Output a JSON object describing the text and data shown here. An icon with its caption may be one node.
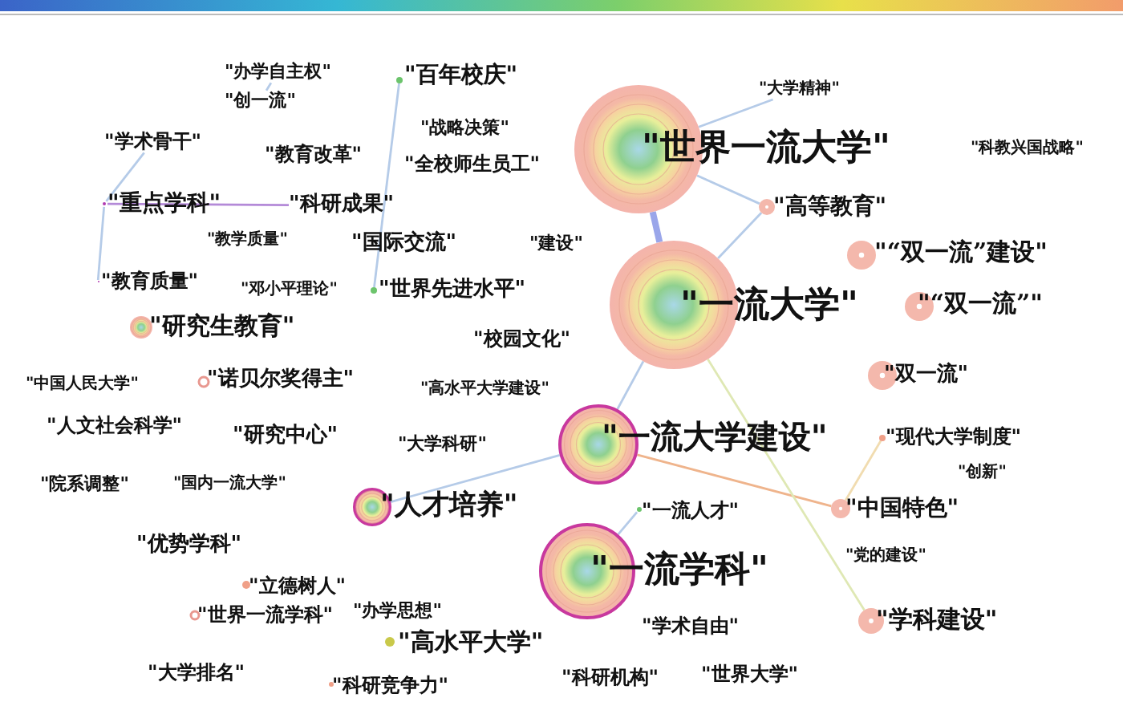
{
  "diagram": {
    "nodes": [
      {
        "text": [
          "\"办学自主权\""
        ]
      },
      {
        "text": [
          "\"创一流\""
        ]
      },
      {
        "text": [
          "\"百年校庆\""
        ]
      },
      {
        "text": [
          "\"学术骨干\""
        ]
      },
      {
        "text": [
          "\"战略决策\""
        ]
      },
      {
        "text": [
          "\"教育改革\""
        ]
      },
      {
        "text": [
          "\"全校师生员工\""
        ]
      },
      {
        "text": [
          "\"重点学科\""
        ]
      },
      {
        "text": [
          "\"科研成果\""
        ]
      },
      {
        "text": [
          "\"教学质量\""
        ]
      },
      {
        "text": [
          "\"国际交流\""
        ]
      },
      {
        "text": [
          "\"建设\""
        ]
      },
      {
        "text": [
          "\"教育质量\""
        ]
      },
      {
        "text": [
          "\"邓小平理论\""
        ]
      },
      {
        "text": [
          "\"世界先进水平\""
        ]
      },
      {
        "text": [
          "\"研究生教育\""
        ]
      },
      {
        "text": [
          "\"校园文化\""
        ]
      },
      {
        "text": [
          "\"世界一流大学\""
        ]
      },
      {
        "text": [
          "\"大学精神\""
        ]
      },
      {
        "text": [
          "\"科教兴国战略\""
        ]
      },
      {
        "text": [
          "\"高等教育\""
        ]
      },
      {
        "text": [
          "\"“双一流”建设\""
        ]
      },
      {
        "text": [
          "\"“双一流”\""
        ]
      },
      {
        "text": [
          "\"一流大学\""
        ]
      },
      {
        "text": [
          "\"双一流\""
        ]
      },
      {
        "text": [
          "\"中国人民大学\""
        ]
      },
      {
        "text": [
          "\"诺贝尔奖得主\""
        ]
      },
      {
        "text": [
          "\"高水平大学建设\""
        ]
      },
      {
        "text": [
          "\"人文社会科学\""
        ]
      },
      {
        "text": [
          "\"研究中心\""
        ]
      },
      {
        "text": [
          "\"大学科研\""
        ]
      },
      {
        "text": [
          "\"一流大学建设\""
        ]
      },
      {
        "text": [
          "\"现代大学制度\""
        ]
      },
      {
        "text": [
          "\"院系调整\""
        ]
      },
      {
        "text": [
          "\"国内一流大学\""
        ]
      },
      {
        "text": [
          "\"人才培养\""
        ]
      },
      {
        "text": [
          "\"创新\""
        ]
      },
      {
        "text": [
          "\"一流人才\""
        ]
      },
      {
        "text": [
          "\"中国特色\""
        ]
      },
      {
        "text": [
          "\"一流学科\""
        ]
      },
      {
        "text": [
          "\"优势学科\""
        ]
      },
      {
        "text": [
          "\"党的建设\""
        ]
      },
      {
        "text": [
          "\"立德树人\""
        ]
      },
      {
        "text": [
          "\"世界一流学科\""
        ]
      },
      {
        "text": [
          "\"办学思想\""
        ]
      },
      {
        "text": [
          "\"高水平大学\""
        ]
      },
      {
        "text": [
          "\"学术自由\""
        ]
      },
      {
        "text": [
          "\"学科建设\""
        ]
      },
      {
        "text": [
          "\"大学排名\""
        ]
      },
      {
        "text": [
          "\"科研竞争力\""
        ]
      },
      {
        "text": [
          "\"科研机构\""
        ]
      },
      {
        "text": [
          "\"世界大学\""
        ]
      }
    ],
    "edges": [
      {
        "from": 17,
        "to": 23,
        "arrow": "none",
        "style": "thick",
        "color": "#9aa6ea"
      },
      {
        "from": 17,
        "to": 20,
        "arrow": "none"
      },
      {
        "from": 23,
        "to": 20,
        "arrow": "none"
      },
      {
        "from": 17,
        "to": 18,
        "arrow": "none"
      },
      {
        "from": 31,
        "to": 38,
        "arrow": "none",
        "color": "#efb48c"
      },
      {
        "from": 38,
        "to": 32,
        "arrow": "none",
        "color": "#f1dcb0"
      },
      {
        "from": 23,
        "to": 47,
        "arrow": "none",
        "color": "#dfe8b4"
      },
      {
        "from": 7,
        "to": 8,
        "arrow": "none",
        "color": "#b48ad8"
      },
      {
        "from": 7,
        "to": 3,
        "arrow": "none"
      },
      {
        "from": 7,
        "to": 12,
        "arrow": "none"
      },
      {
        "from": 2,
        "to": 14,
        "arrow": "none"
      },
      {
        "from": 0,
        "to": 1,
        "arrow": "none"
      },
      {
        "from": 35,
        "to": 31,
        "arrow": "none"
      },
      {
        "from": 39,
        "to": 37,
        "arrow": "none"
      },
      {
        "from": 23,
        "to": 31,
        "arrow": "none"
      }
    ]
  }
}
